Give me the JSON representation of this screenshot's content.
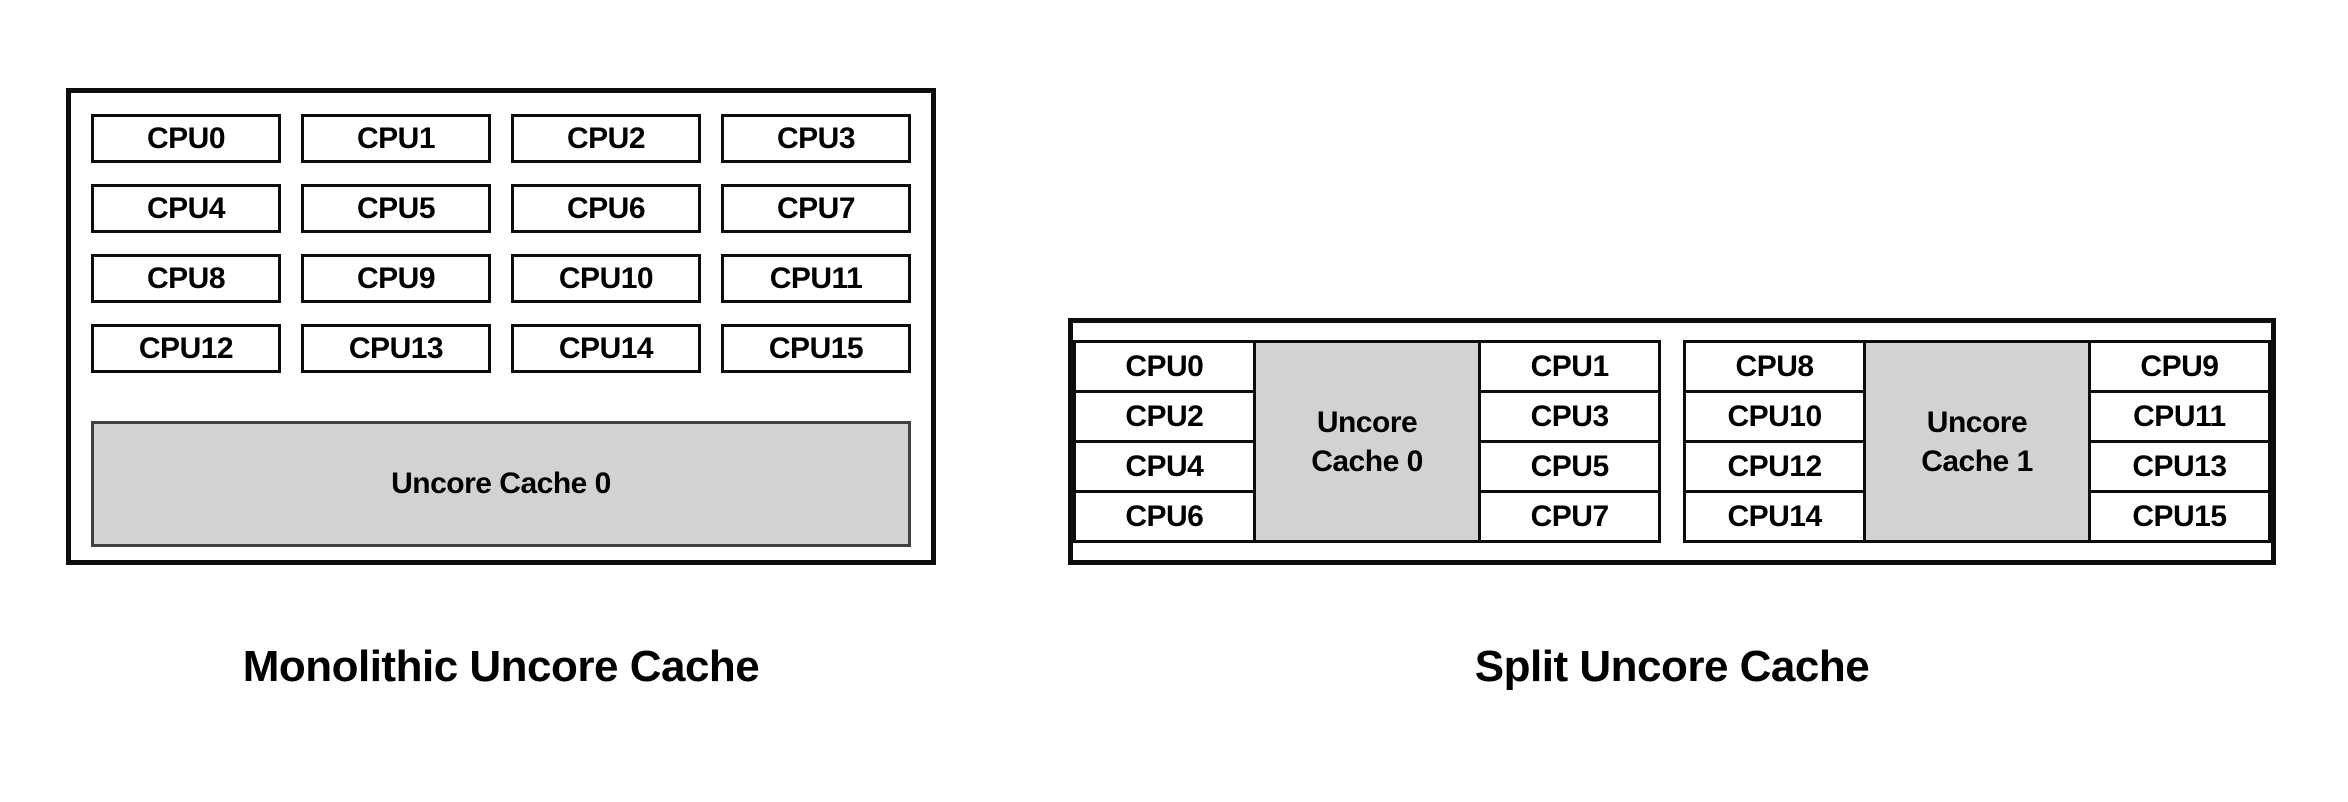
{
  "colors": {
    "background": "#ffffff",
    "border": "#0d0d0d",
    "cache_fill": "#d2d2d2",
    "text": "#000000"
  },
  "left_diagram": {
    "caption": "Monolithic Uncore Cache",
    "cpus": [
      "CPU0",
      "CPU1",
      "CPU2",
      "CPU3",
      "CPU4",
      "CPU5",
      "CPU6",
      "CPU7",
      "CPU8",
      "CPU9",
      "CPU10",
      "CPU11",
      "CPU12",
      "CPU13",
      "CPU14",
      "CPU15"
    ],
    "cache_label": "Uncore Cache 0"
  },
  "right_diagram": {
    "caption": "Split Uncore Cache",
    "clusters": [
      {
        "left_cpus": [
          "CPU0",
          "CPU2",
          "CPU4",
          "CPU6"
        ],
        "cache_label": "Uncore Cache 0",
        "right_cpus": [
          "CPU1",
          "CPU3",
          "CPU5",
          "CPU7"
        ]
      },
      {
        "left_cpus": [
          "CPU8",
          "CPU10",
          "CPU12",
          "CPU14"
        ],
        "cache_label": "Uncore Cache 1",
        "right_cpus": [
          "CPU9",
          "CPU11",
          "CPU13",
          "CPU15"
        ]
      }
    ]
  }
}
